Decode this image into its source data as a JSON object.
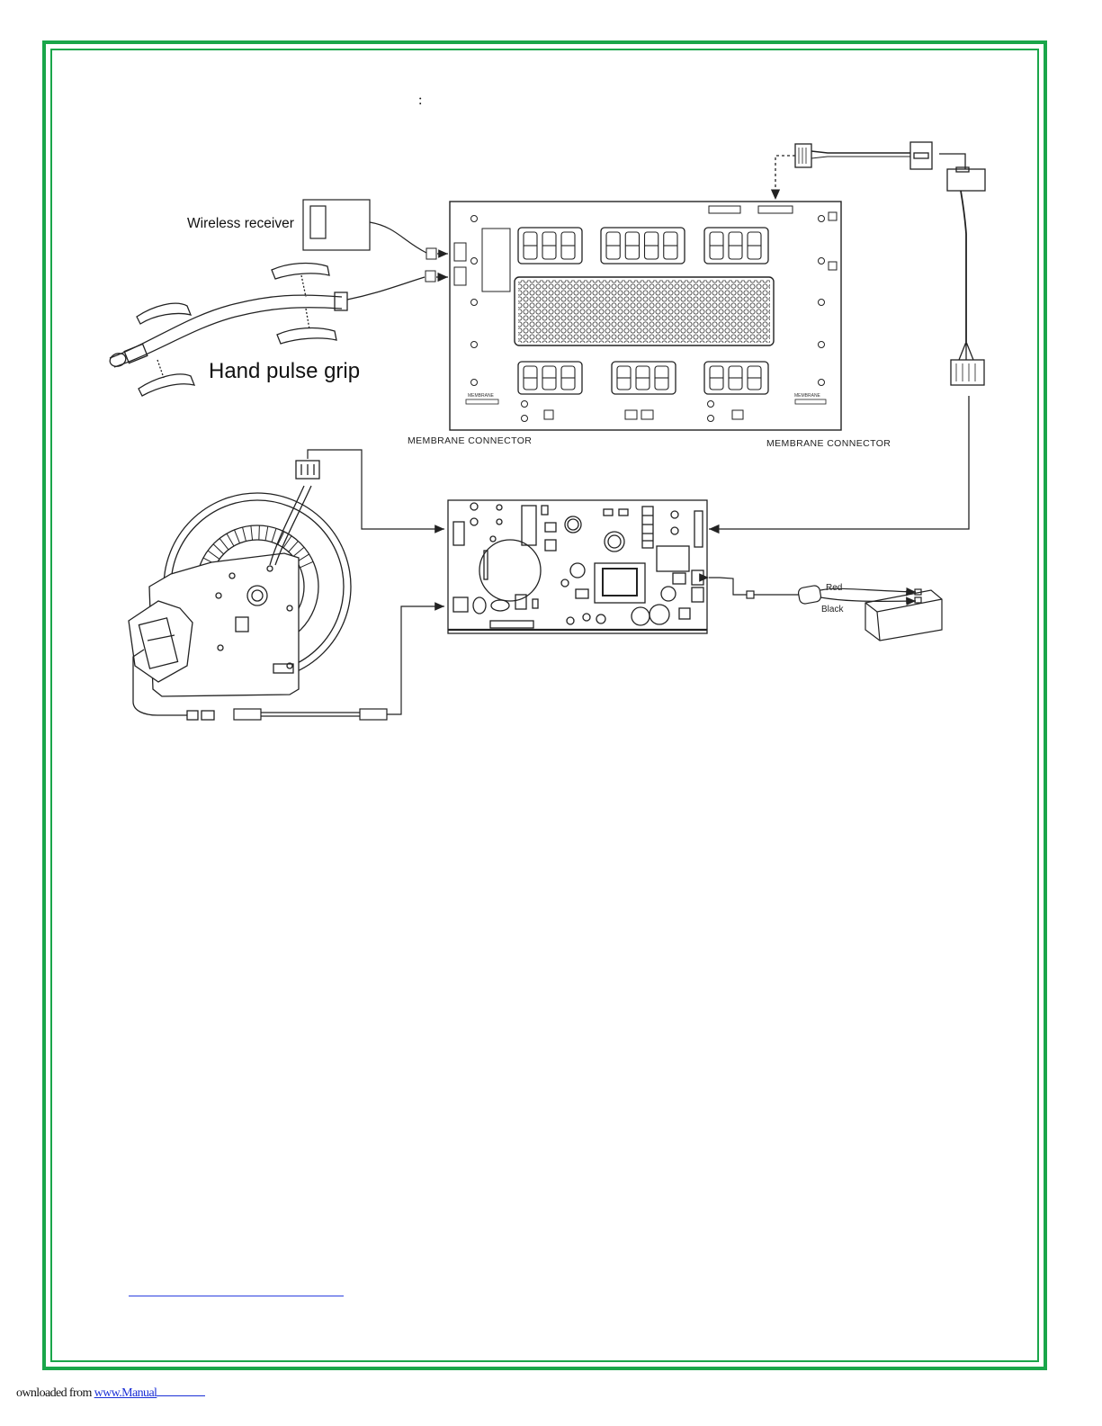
{
  "page": {
    "colon": ":",
    "footer_prefix": "ownloaded from ",
    "footer_link": "www.Manual",
    "frame_color": "#1aa64a"
  },
  "diagram": {
    "labels": {
      "wireless_receiver": "Wireless receiver",
      "hand_pulse_grip": "Hand pulse grip",
      "membrane_connector_left": "MEMBRANE CONNECTOR",
      "membrane_connector_right": "MEMBRANE CONNECTOR",
      "wire_red": "Red",
      "wire_black": "Black",
      "pcb_tag_left": "MEMBRANE",
      "pcb_tag_right": "MEMBRANE"
    }
  }
}
